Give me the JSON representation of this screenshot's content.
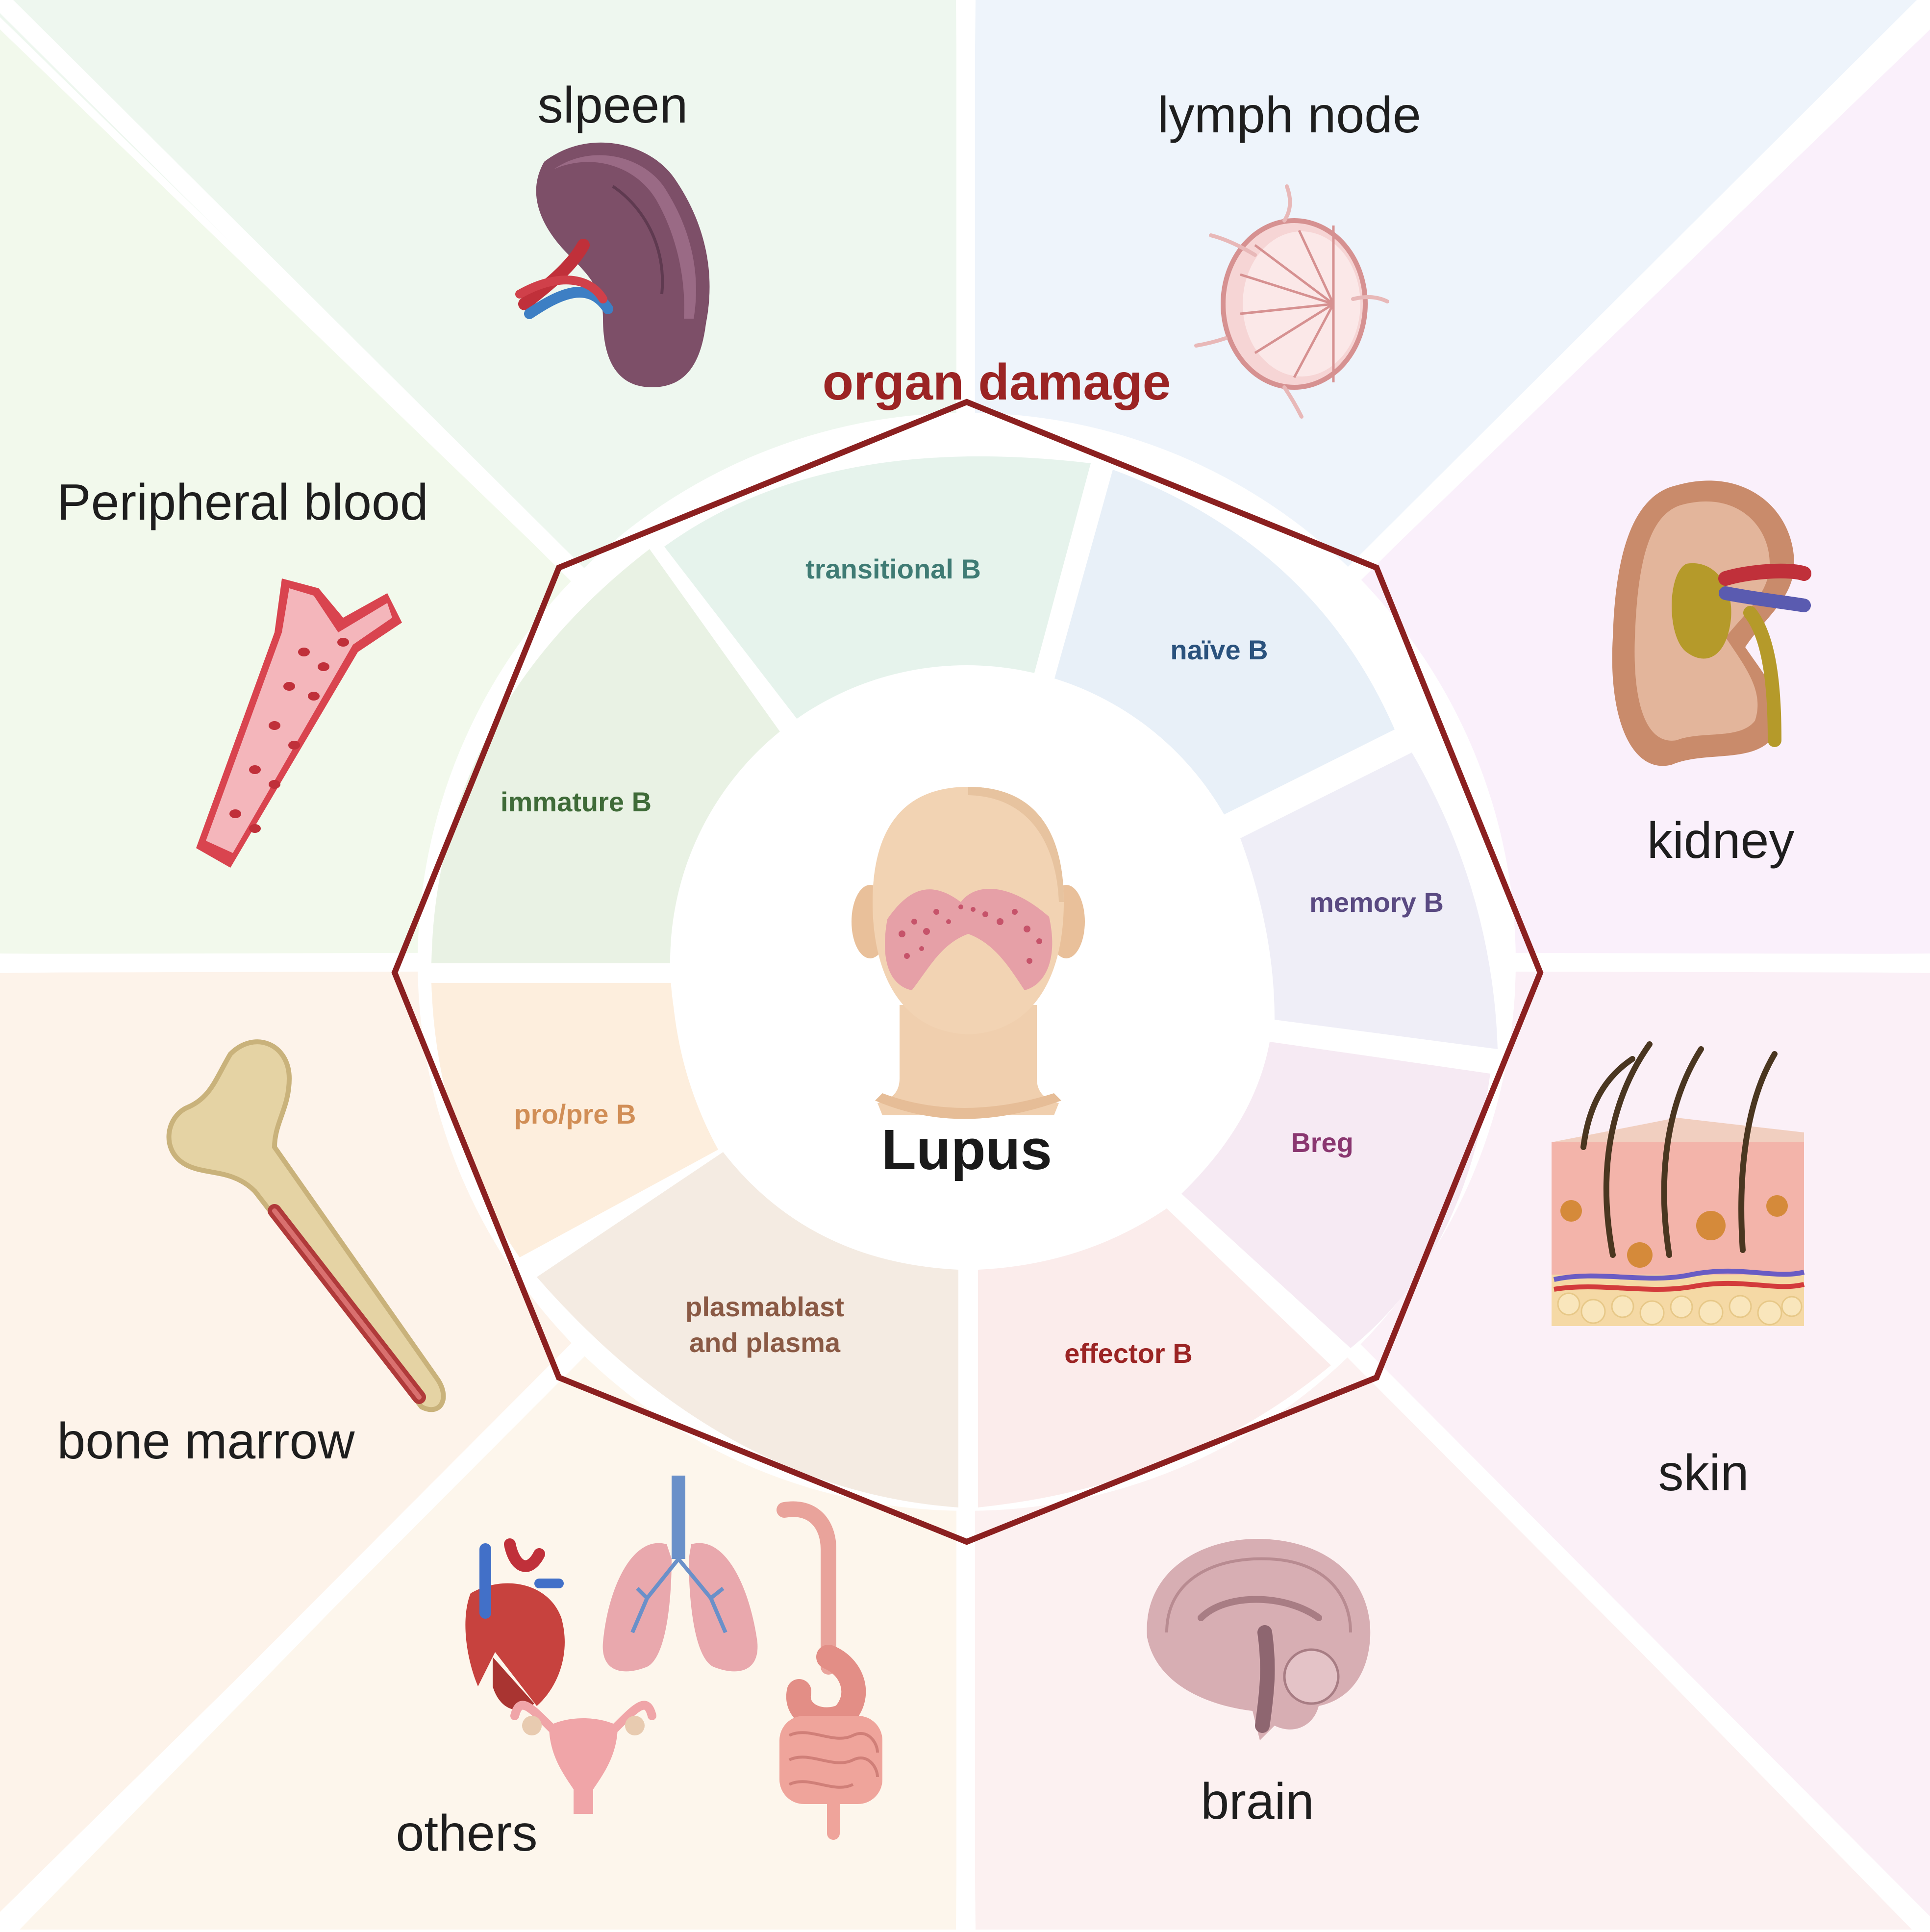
{
  "title": "organ damage",
  "center_label": "Lupus",
  "organs": {
    "spleen": "slpeen",
    "lymph_node": "lymph node",
    "kidney": "kidney",
    "skin": "skin",
    "brain": "brain",
    "others": "others",
    "bone_marrow": "bone marrow",
    "peripheral_blood": "Peripheral blood"
  },
  "b_cells": {
    "transitional": "transitional B",
    "naive": "naïve B",
    "memory": "memory B",
    "breg": "Breg",
    "effector": "effector B",
    "plasmablast_line1": "plasmablast",
    "plasmablast_line2": "and plasma",
    "pro_pre": "pro/pre  B",
    "immature": "immature B"
  },
  "colors": {
    "title": "#9b2424",
    "octagon_stroke": "#8b2020",
    "transitional": "#3f7b74",
    "naive": "#2a527d",
    "memory": "#5a4a82",
    "breg": "#8a3770",
    "effector": "#9b2424",
    "plasmablast": "#8a5a45",
    "pro_pre": "#d18e56",
    "immature": "#3f6b38"
  }
}
